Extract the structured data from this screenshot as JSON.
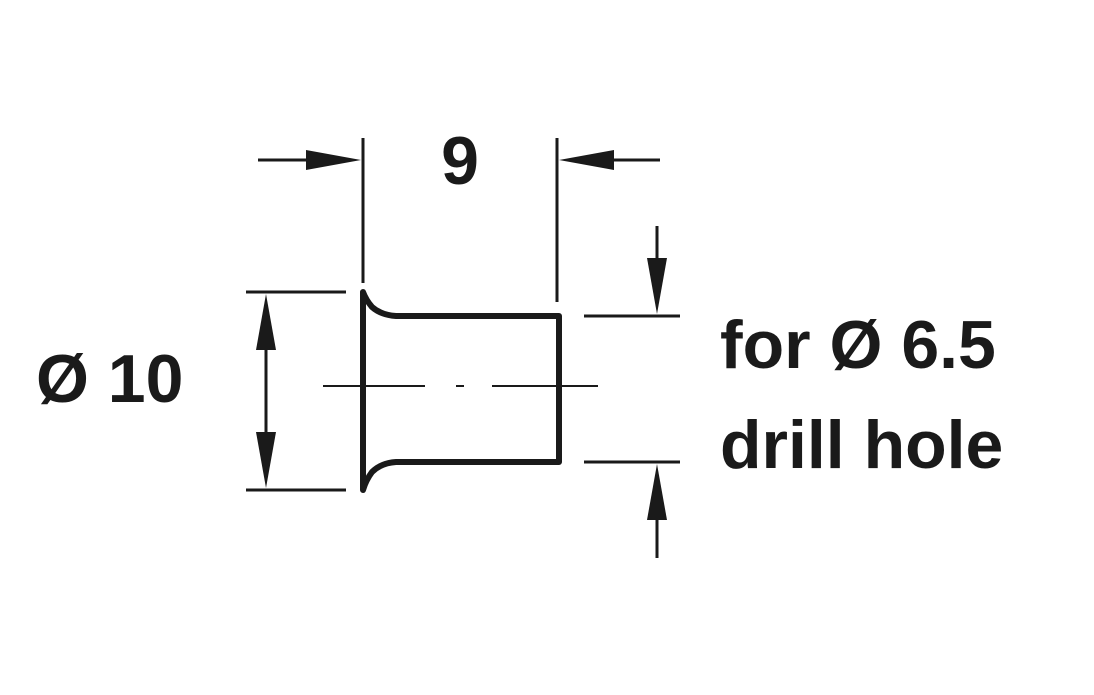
{
  "dimensions": {
    "length_label": "9",
    "diameter_label": "Ø 10",
    "drill_label_line1": "for Ø 6.5",
    "drill_label_line2": "drill hole"
  },
  "colors": {
    "ink": "#1a1a1a",
    "background": "#ffffff"
  }
}
